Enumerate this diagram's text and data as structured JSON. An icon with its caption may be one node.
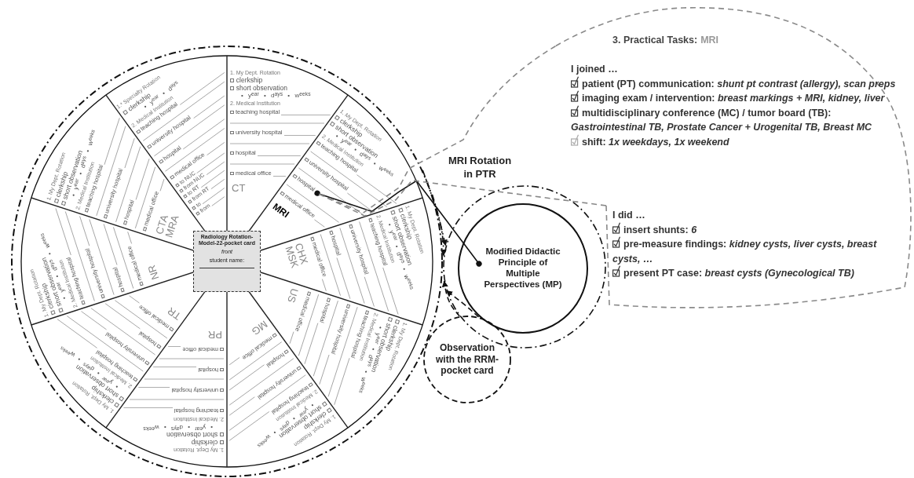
{
  "diagram": {
    "nodes": [
      {
        "text": [],
        "shape": "circle"
      },
      {
        "text": [
          "1. My Dept. Rotation",
          "clerkship",
          "short observation",
          "• y$^{ear}$ • d$^{ays}$ • w$^{eeks}$",
          "2. Medical Institution",
          "teaching hospital",
          "university hospital",
          "hospital",
          "medical office",
          "CT",
          "1. My Dept. Rotation",
          "clerkship",
          "short observation",
          "• y$^{ear}$ • d$^{ays}$ • w$^{eeks}$",
          "2. Medical Institution",
          "teaching hospital",
          "university hospital",
          "medical office",
          "MRI",
          "1. My Dept. Rotation",
          "clerkship",
          "short observation",
          "• y$^{ear}$ • d$^{ays}$ • w$^{eeks}$",
          "2. Medical Institution",
          "teaching hospital",
          "university hospital",
          "hospital",
          "medical office",
          "CHX MSK",
          "1. My Dept. Rotation",
          "clerkship",
          "short observation",
          "• y$^{ear}$ • d$^{ays}$ • w$^{eeks}$",
          "2. Medical Institution",
          "teaching hospital",
          "university hospital",
          "hospital",
          "medical office",
          "US",
          "1. My Dept. Rotation",
          "clerkship",
          "short observation",
          "• y$^{ear}$ • d$^{ays}$ • w$^{eeks}$",
          "2. Medical Institution",
          "teaching hospital",
          "university hospital",
          "hospital",
          "medical office",
          "MG",
          "1. My Dept. Rotation",
          "clerkship",
          "short observation",
          "• y$^{ear}$ • d$^{ays}$ • w$^{eeks}$",
          "2. Medical Institution",
          "teaching hospital",
          "university hospital",
          "hospital",
          "medical office",
          "PR",
          "1. My Dept. Rotation",
          "clerkship",
          "short observation",
          "• y$^{ear}$ • d$^{ays}$ • w$^{eeks}$",
          "2. Medical Institution",
          "teaching hospital",
          "university hospital",
          "hospital",
          "medical office",
          "TR",
          "1. My Dept. Rotation",
          "clerkship",
          "short observation",
          "• y$^{ear}$ • d$^{ays}$ • w$^{eeks}$",
          "2. Medical Institution",
          "teaching hospital",
          "university hospital",
          "hospital",
          "medical office",
          "NR",
          "1. My Dept. Rotation",
          "clerkship",
          "short observation",
          "• y$^{ear}$ • d$^{ays}$ • w$^{eeks}$",
          "2. Medical Institution",
          "teaching hospital",
          "university hospital",
          "hospital",
          "medical office",
          "CTA MRA",
          "1.* Specialty Rotation",
          "clerkship",
          "• y$^{ear}$ • d$^{ays}$",
          "2. Medical Institution",
          "teaching hospital",
          "university hospital",
          "hospital",
          "medical office",
          "to NUC",
          "from NUC",
          "to RT",
          "from RT",
          "to",
          "from"
        ],
        "in": 0
      },
      {
        "text": [
          "hospital"
        ],
        "in": 1
      },
      {
        "text": [
          "Radiology Rotation-Model-22-pocket card",
          "front",
          "student name:"
        ],
        "in": 1
      },
      {
        "text": [
          "3. Practical Tasks:",
          "MRI",
          "I joined …",
          "patient (PT) communication: *shunt pt contrast (allergy), scan preps*",
          "imaging exam / intervention: *breast markings + MRI, kidney, liver*",
          "multidisciplinary conference (MC) / tumor board (TB): *Gastrointestinal TB, Prostate Cancer + Urogenital TB, Breast MC*",
          "shift: *1x weekdays, 1x weekend*",
          "I did …",
          "insert shunts: *6*",
          "pre-measure findings: *kidney cysts, liver cysts, breast cysts, …*",
          "present PT case: *breast cysts (Gynecological TB)*"
        ]
      },
      {
        "text": [],
        "shape": "circle"
      },
      {
        "text": [
          "Modified Didactic Principle of Multiple Perspectives (MP)"
        ],
        "in": 5
      },
      {
        "text": [
          "Observation with the RRM-pocket card"
        ]
      }
    ],
    "edges": [
      {
        "from": 2,
        "to": 6,
        "arrow": "other"
      },
      {
        "from": 4,
        "to": 2,
        "arrow": "none",
        "style": "dashed",
        "color": "#888888"
      },
      {
        "from": 4,
        "to": 2,
        "arrow": "none",
        "style": "dashed",
        "color": "#888888"
      },
      {
        "from": 0,
        "to": 5,
        "arrow": "to",
        "style": "dashed"
      },
      {
        "from": 0,
        "to": 5,
        "arrow": "to",
        "style": "dashed"
      },
      {
        "from": 7,
        "to": 5,
        "arrow": "to",
        "style": "dashed"
      },
      {
        "from": 7,
        "to": 5,
        "arrow": "to",
        "style": "dashed"
      }
    ],
    "labels": [
      "MRI Rotation in PTR"
    ]
  }
}
